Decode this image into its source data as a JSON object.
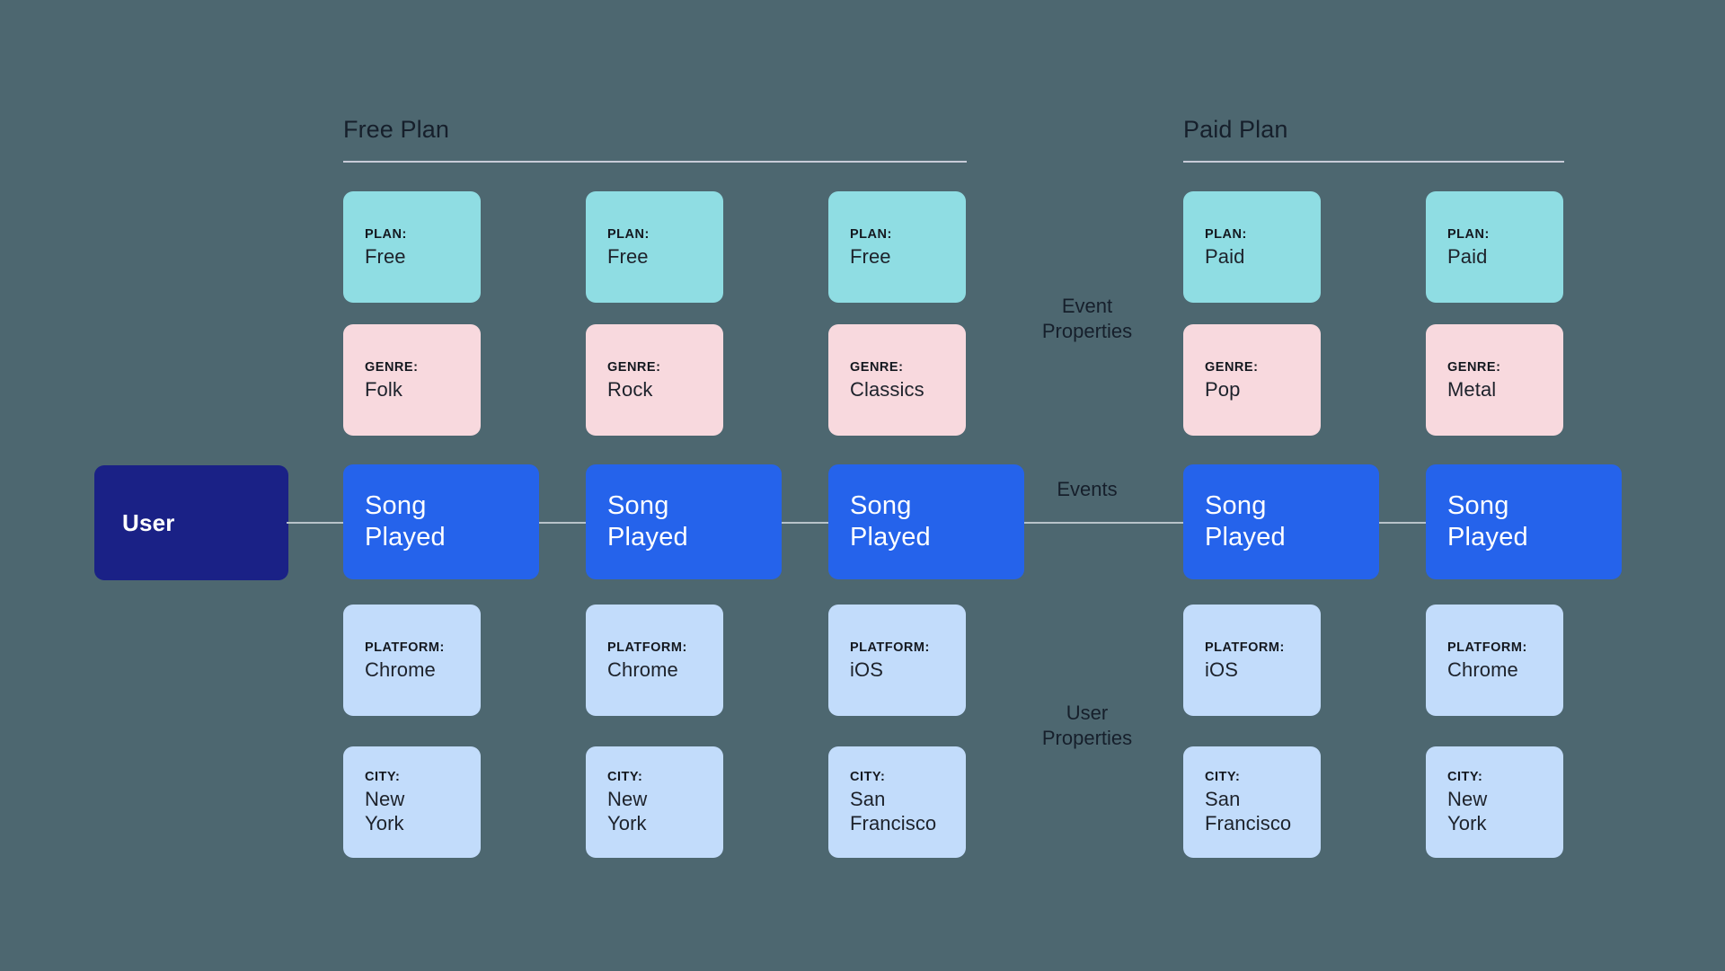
{
  "background_color": "#4d6770",
  "groups": [
    {
      "title": "Free Plan"
    },
    {
      "title": "Paid Plan"
    }
  ],
  "user": {
    "label": "User",
    "color": "#1a2186"
  },
  "annotations": {
    "event_properties": "Event\nProperties",
    "events": "Events",
    "user_properties": "User\nProperties"
  },
  "palette": {
    "plan_card": "#8fdde3",
    "genre_card": "#f8d9de",
    "user_property_card": "#c2dcfb",
    "event_node": "#2563eb",
    "user_node": "#1a2186",
    "connector": "#b8c3c9",
    "rule": "#c8ccd8",
    "text_dark": "#161f2b",
    "text_light": "#ffffff"
  },
  "columns": [
    {
      "group": "Free Plan",
      "plan": {
        "key": "PLAN:",
        "value": "Free"
      },
      "genre": {
        "key": "GENRE:",
        "value": "Folk"
      },
      "event": {
        "label": "Song\nPlayed"
      },
      "platform": {
        "key": "PLATFORM:",
        "value": "Chrome"
      },
      "city": {
        "key": "CITY:",
        "value": "New York"
      }
    },
    {
      "group": "Free Plan",
      "plan": {
        "key": "PLAN:",
        "value": "Free"
      },
      "genre": {
        "key": "GENRE:",
        "value": "Rock"
      },
      "event": {
        "label": "Song\nPlayed"
      },
      "platform": {
        "key": "PLATFORM:",
        "value": "Chrome"
      },
      "city": {
        "key": "CITY:",
        "value": "New York"
      }
    },
    {
      "group": "Free Plan",
      "plan": {
        "key": "PLAN:",
        "value": "Free"
      },
      "genre": {
        "key": "GENRE:",
        "value": "Classics"
      },
      "event": {
        "label": "Song\nPlayed"
      },
      "platform": {
        "key": "PLATFORM:",
        "value": "iOS"
      },
      "city": {
        "key": "CITY:",
        "value": "San Francisco"
      }
    },
    {
      "group": "Paid Plan",
      "plan": {
        "key": "PLAN:",
        "value": "Paid"
      },
      "genre": {
        "key": "GENRE:",
        "value": "Pop"
      },
      "event": {
        "label": "Song\nPlayed"
      },
      "platform": {
        "key": "PLATFORM:",
        "value": "iOS"
      },
      "city": {
        "key": "CITY:",
        "value": "San Francisco"
      }
    },
    {
      "group": "Paid Plan",
      "plan": {
        "key": "PLAN:",
        "value": "Paid"
      },
      "genre": {
        "key": "GENRE:",
        "value": "Metal"
      },
      "event": {
        "label": "Song\nPlayed"
      },
      "platform": {
        "key": "PLATFORM:",
        "value": "Chrome"
      },
      "city": {
        "key": "CITY:",
        "value": "New York"
      }
    }
  ]
}
